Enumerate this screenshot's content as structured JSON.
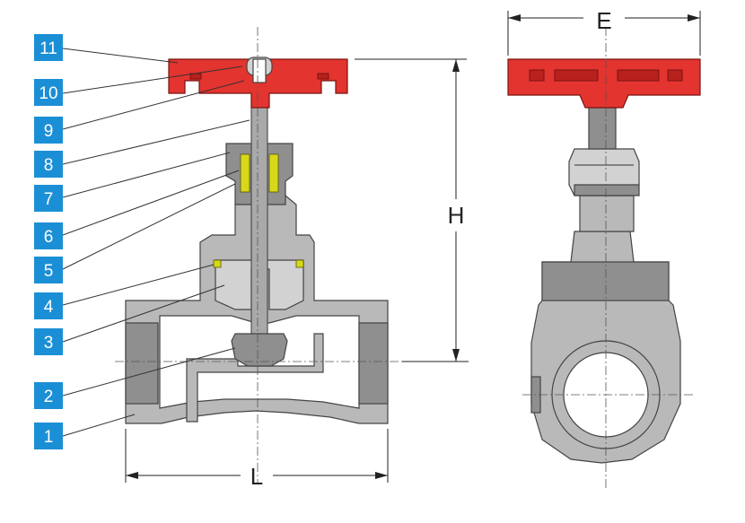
{
  "callouts": [
    {
      "label": "11"
    },
    {
      "label": "10"
    },
    {
      "label": "9"
    },
    {
      "label": "8"
    },
    {
      "label": "7"
    },
    {
      "label": "6"
    },
    {
      "label": "5"
    },
    {
      "label": "4"
    },
    {
      "label": "3"
    },
    {
      "label": "2"
    },
    {
      "label": "1"
    }
  ],
  "dimensions": {
    "E": "E",
    "H": "H",
    "L": "L"
  },
  "colors": {
    "callout": "#1b8fd6",
    "handwheel": "#e3342f",
    "body": "#b9b9b9",
    "packing": "#d8d81a"
  }
}
